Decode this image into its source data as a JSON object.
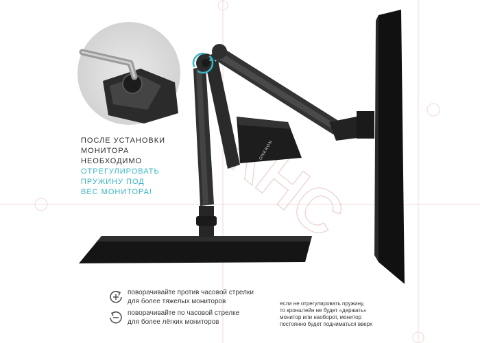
{
  "heading": {
    "line1": "ПОСЛЕ УСТАНОВКИ",
    "line2": "МОНИТОРА",
    "line3": "НЕОБХОДИМО",
    "line4": "ОТРЕГУЛИРОВАТЬ",
    "line5": "ПРУЖИНУ ПОД",
    "line6": "ВЕС МОНИТОРА!"
  },
  "legend": {
    "ccw_line1": "поворачивайте против часовой стрелки",
    "ccw_line2": "для более тяжелых мониторов",
    "cw_line1": "поворачивайте по часовой стрелке",
    "cw_line2": "для более лёгких мониторов"
  },
  "note": {
    "line1": "если не отрегулировать пружину,",
    "line2": "то кронштейн не будет «держать»",
    "line3": "монитор или наоборот, монитор",
    "line4": "постоянно будет подниматься вверх"
  },
  "brand": "ONKRON",
  "watermark": "КНС",
  "colors": {
    "accent": "#36b5c4",
    "text": "#2b2b2b",
    "metal": "#2e2e2e"
  }
}
